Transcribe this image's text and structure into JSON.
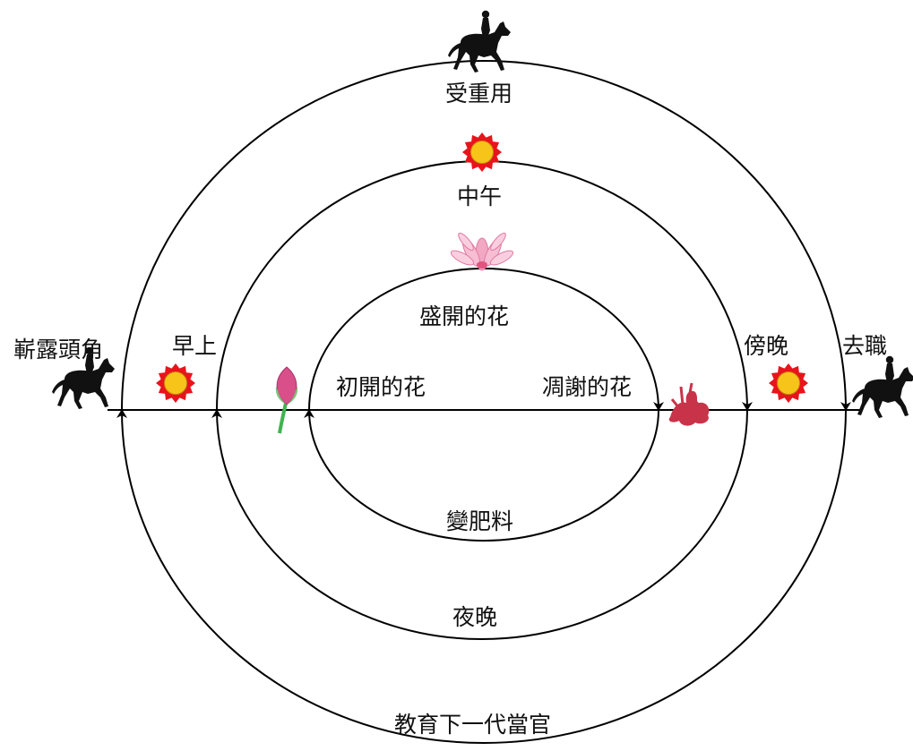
{
  "colors": {
    "line": "#000000",
    "sun_outer": "#e8141c",
    "sun_inner": "#f7c51a",
    "lotus_pink": "#f2a7c3",
    "bud_pink": "#d84f8a",
    "stem_green": "#3fb34f",
    "wilted_red": "#c8334a",
    "horse": "#111111"
  },
  "labels": {
    "outer_top": "受重用",
    "outer_left": "嶄露頭角",
    "outer_right": "去職",
    "outer_bottom": "教育下一代當官",
    "middle_top": "中午",
    "middle_left": "早上",
    "middle_right": "傍晚",
    "middle_bottom": "夜晚",
    "inner_top": "盛開的花",
    "inner_left": "初開的花",
    "inner_right": "凋謝的花",
    "inner_bottom": "變肥料"
  },
  "icons": {
    "horse_top": "horse-rider-icon",
    "horse_left": "horse-rider-icon",
    "horse_right": "horse-rider-icon",
    "sun_top": "sun-icon",
    "sun_left": "sun-icon",
    "sun_right": "sun-icon",
    "lotus": "lotus-flower-icon",
    "bud": "lotus-bud-icon",
    "wilted": "wilted-flower-icon"
  }
}
